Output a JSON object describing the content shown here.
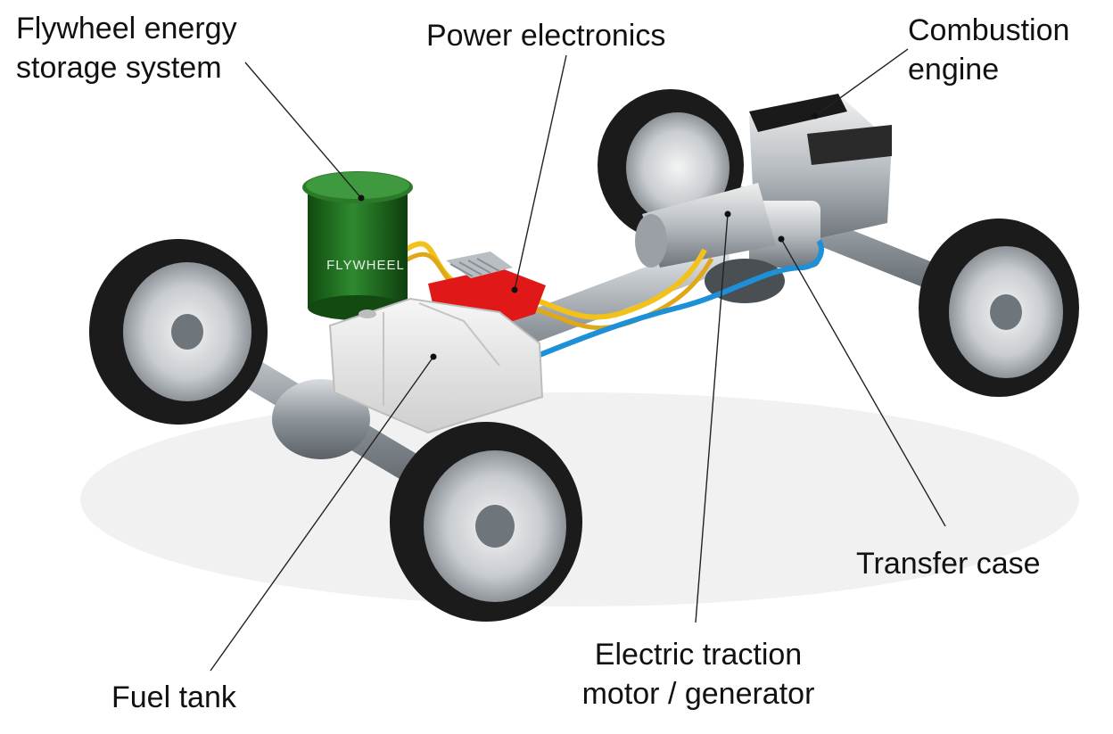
{
  "labels": {
    "flywheel": {
      "line1": "Flywheel energy",
      "line2": "storage system"
    },
    "power_electronics": "Power electronics",
    "combustion": {
      "line1": "Combustion",
      "line2": "engine"
    },
    "transfer_case": "Transfer case",
    "traction_motor": {
      "line1": "Electric traction",
      "line2": "motor / generator"
    },
    "fuel_tank": "Fuel tank"
  },
  "markings": {
    "flywheel_housing_text": "FLYWHEEL"
  },
  "colors": {
    "flywheel_green": "#1f6b1f",
    "power_electronics_red": "#e01818",
    "cable_yellow": "#f2c21a",
    "cable_blue": "#1e90d8",
    "tire_black": "#1b1b1b",
    "tank_gray": "#e6e6e6",
    "metal_gray": "#9aa0a6"
  }
}
